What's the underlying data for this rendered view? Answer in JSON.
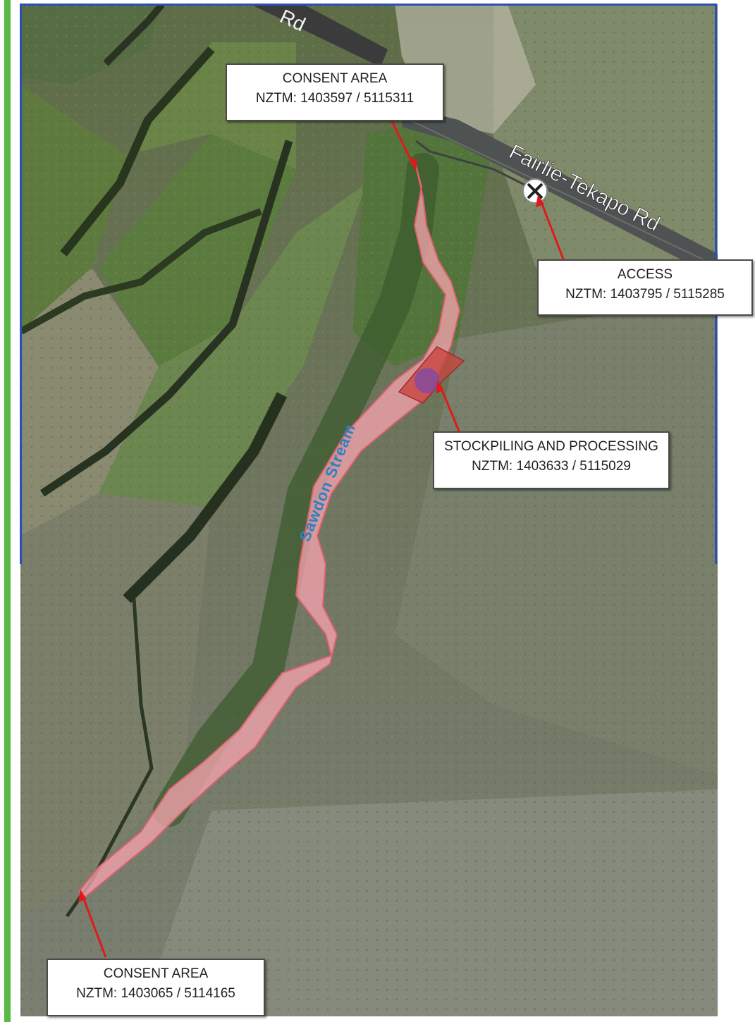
{
  "map": {
    "road_top_label": "Rd",
    "road_label": "Fairlie-Tekapo Rd",
    "stream_label": "Sawdon Stream",
    "colors": {
      "consent_area_fill": "#f3a3ad",
      "consent_area_stroke": "#e0606e",
      "stockpile_fill": "#c8463e",
      "stockpile_marker": "#7c4aa8",
      "leader_line": "#e01a1a",
      "frame": "#2a4fb8",
      "side_bar": "#5cb844"
    }
  },
  "callouts": {
    "consent_north": {
      "title": "CONSENT AREA",
      "coords": "NZTM: 1403597 / 5115311"
    },
    "access": {
      "title": "ACCESS",
      "coords": "NZTM: 1403795 / 5115285"
    },
    "stockpile": {
      "title": "STOCKPILING AND PROCESSING",
      "coords": "NZTM: 1403633 / 5115029"
    },
    "consent_south": {
      "title": "CONSENT AREA",
      "coords": "NZTM: 1403065 / 5114165"
    }
  },
  "icons": {
    "access_marker": "x-in-circle-icon"
  }
}
